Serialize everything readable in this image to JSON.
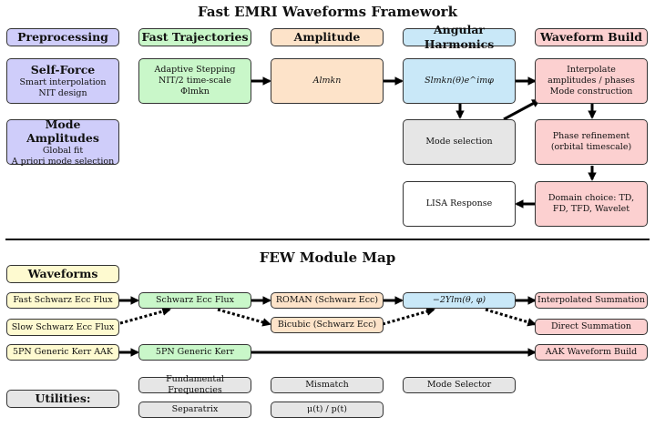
{
  "framework": {
    "title": "Fast EMRI Waveforms Framework",
    "headers": {
      "preprocessing": "Preprocessing",
      "trajectories": "Fast Trajectories",
      "amplitude": "Amplitude",
      "harmonics": "Angular Harmonics",
      "build": "Waveform Build"
    },
    "self_force": {
      "title": "Self-Force",
      "lines": [
        "Smart interpolation",
        "NIT design"
      ]
    },
    "mode_amplitudes": {
      "title": "Mode Amplitudes",
      "lines": [
        "Global fit",
        "A priori mode selection"
      ]
    },
    "trajectory_box": {
      "lines": [
        "Adaptive Stepping",
        "NIT/2 time-scale"
      ],
      "formula": "Φlmkn"
    },
    "amplitude_box": {
      "formula": "Almkn"
    },
    "harmonics_box": {
      "formula": "Slmkn(θ)e^imφ"
    },
    "interpolate_box": {
      "lines": [
        "Interpolate",
        "amplitudes / phases",
        "Mode construction"
      ]
    },
    "mode_selection": "Mode selection",
    "phase_refinement": {
      "lines": [
        "Phase refinement",
        "(orbital timescale)"
      ]
    },
    "domain_choice": {
      "lines": [
        "Domain choice:  TD,",
        "FD,  TFD, Wavelet"
      ]
    },
    "lisa_response": "LISA Response"
  },
  "module_map": {
    "title": "FEW Module Map",
    "waveforms_header": "Waveforms",
    "waveforms": [
      "Fast Schwarz Ecc Flux",
      "Slow Schwarz Ecc Flux",
      "5PN Generic Kerr AAK"
    ],
    "trajectories": [
      "Schwarz Ecc Flux",
      "5PN Generic Kerr"
    ],
    "amplitudes": [
      "ROMAN (Schwarz Ecc)",
      "Bicubic (Schwarz Ecc)"
    ],
    "harmonic": "−2Ylm(θ, φ)",
    "summations": [
      "Interpolated Summation",
      "Direct Summation",
      "AAK Waveform Build"
    ],
    "utilities_label": "Utilities:",
    "utilities": [
      "Fundamental Frequencies",
      "Separatrix",
      "Mismatch",
      "μ(t) / p(t)",
      "Mode Selector"
    ]
  }
}
